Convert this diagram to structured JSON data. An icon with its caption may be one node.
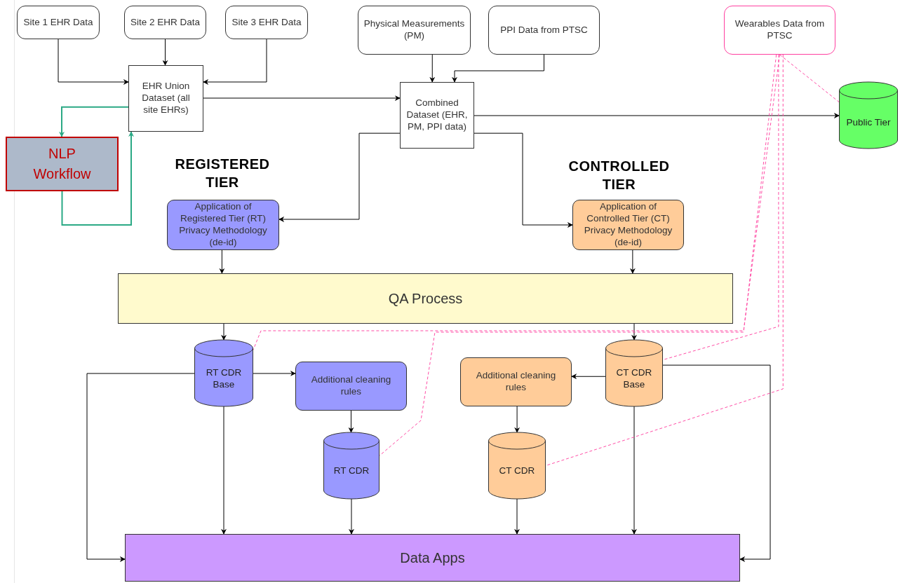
{
  "diagram": {
    "nodes": [
      {
        "text": [
          "Site 1 EHR Data"
        ]
      },
      {
        "text": [
          "Site 2 EHR Data"
        ]
      },
      {
        "text": [
          "Site 3 EHR Data"
        ]
      },
      {
        "text": [
          "Physical Measurements (PM)"
        ]
      },
      {
        "text": [
          "PPI Data from PTSC"
        ]
      },
      {
        "text": [
          "Wearables Data from PTSC"
        ]
      },
      {
        "text": [
          "EHR Union Dataset (all site EHRs)"
        ]
      },
      {
        "text": [
          "NLP Workflow"
        ]
      },
      {
        "text": [
          "Combined Dataset (EHR, PM, PPI data)"
        ]
      },
      {
        "text": [
          "Public Tier"
        ]
      },
      {
        "text": [
          "Application of Registered Tier (RT) Privacy Methodology (de-id)"
        ]
      },
      {
        "text": [
          "Application of Controlled Tier (CT) Privacy Methodology (de-id)"
        ]
      },
      {
        "text": [
          "QA Process"
        ]
      },
      {
        "text": [
          "RT CDR Base"
        ]
      },
      {
        "text": [
          "Additional cleaning rules"
        ]
      },
      {
        "text": [
          "RT CDR"
        ]
      },
      {
        "text": [
          "Additional cleaning rules"
        ]
      },
      {
        "text": [
          "CT CDR Base"
        ]
      },
      {
        "text": [
          "CT CDR"
        ]
      },
      {
        "text": [
          "Data Apps"
        ]
      }
    ],
    "edges": [
      {
        "from": 0,
        "to": 6,
        "arrow": "to"
      },
      {
        "from": 1,
        "to": 6,
        "arrow": "to"
      },
      {
        "from": 2,
        "to": 6,
        "arrow": "to"
      },
      {
        "from": 3,
        "to": 8,
        "arrow": "to"
      },
      {
        "from": 4,
        "to": 8,
        "arrow": "to"
      },
      {
        "from": 6,
        "to": 8,
        "arrow": "to"
      },
      {
        "from": 6,
        "to": 7,
        "arrow": "to",
        "color": "#2ba985"
      },
      {
        "from": 7,
        "to": 6,
        "arrow": "to",
        "color": "#2ba985"
      },
      {
        "from": 8,
        "to": 9,
        "arrow": "to"
      },
      {
        "from": 8,
        "to": 10,
        "arrow": "to"
      },
      {
        "from": 8,
        "to": 11,
        "arrow": "to"
      },
      {
        "from": 10,
        "to": 12,
        "arrow": "to"
      },
      {
        "from": 11,
        "to": 12,
        "arrow": "to"
      },
      {
        "from": 12,
        "to": 13,
        "arrow": "to"
      },
      {
        "from": 12,
        "to": 17,
        "arrow": "to"
      },
      {
        "from": 13,
        "to": 14,
        "arrow": "to"
      },
      {
        "from": 13,
        "to": 19,
        "arrow": "to"
      },
      {
        "from": 13,
        "to": 19,
        "arrow": "to"
      },
      {
        "from": 14,
        "to": 15,
        "arrow": "to"
      },
      {
        "from": 15,
        "to": 19,
        "arrow": "to"
      },
      {
        "from": 17,
        "to": 16,
        "arrow": "to"
      },
      {
        "from": 16,
        "to": 18,
        "arrow": "to"
      },
      {
        "from": 18,
        "to": 19,
        "arrow": "to"
      },
      {
        "from": 17,
        "to": 19,
        "arrow": "to"
      },
      {
        "from": 17,
        "to": 19,
        "arrow": "to"
      },
      {
        "from": 5,
        "to": 9,
        "arrow": "none",
        "style": "dashed",
        "color": "#ff4da6"
      },
      {
        "from": 5,
        "to": 13,
        "arrow": "none",
        "style": "dashed",
        "color": "#ff4da6"
      },
      {
        "from": 5,
        "to": 15,
        "arrow": "none",
        "style": "dashed",
        "color": "#ff4da6"
      },
      {
        "from": 5,
        "to": 17,
        "arrow": "none",
        "style": "dashed",
        "color": "#ff4da6"
      },
      {
        "from": 5,
        "to": 18,
        "arrow": "none",
        "style": "dashed",
        "color": "#ff4da6"
      }
    ],
    "labels": [
      "REGISTERED TIER",
      "CONTROLLED TIER"
    ]
  }
}
